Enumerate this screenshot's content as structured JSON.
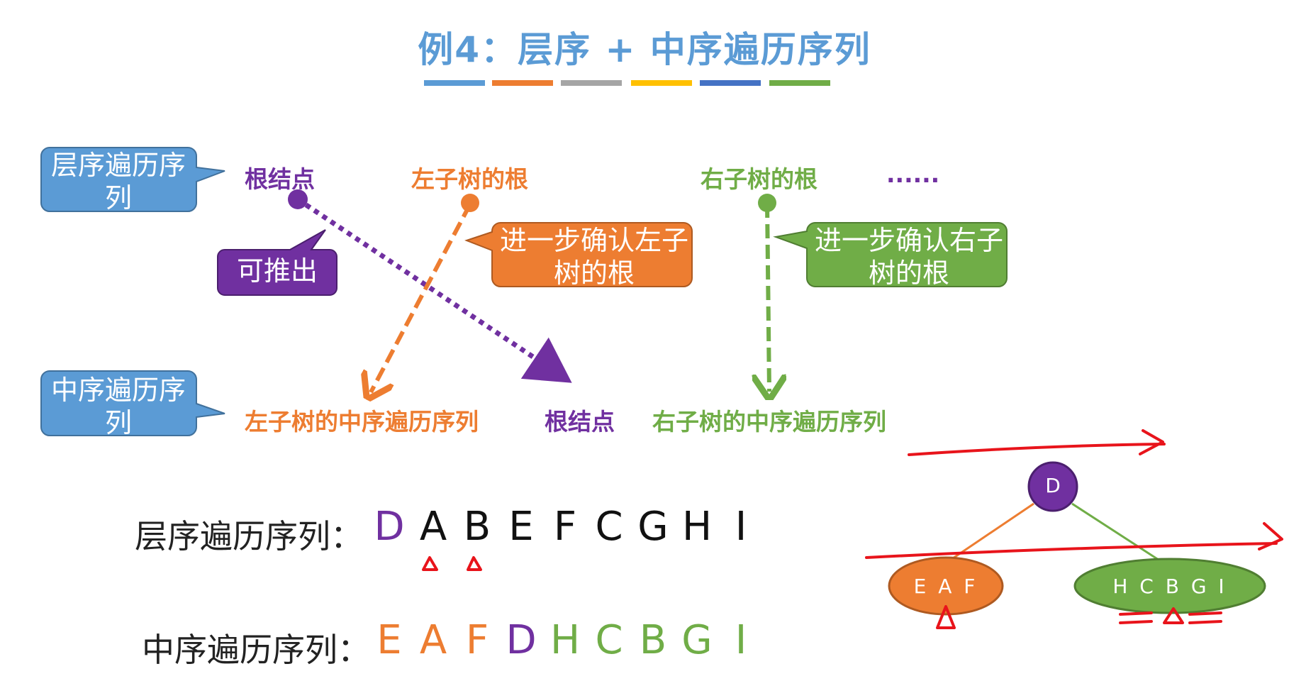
{
  "title": "例4：层序 + 中序遍历序列",
  "top_labels": {
    "root": "根结点",
    "left_root": "左子树的根",
    "right_root": "右子树的根",
    "ellipsis": "......"
  },
  "bottom_labels": {
    "left_inorder": "左子树的中序遍历序列",
    "root": "根结点",
    "right_inorder": "右子树的中序遍历序列"
  },
  "callouts": {
    "level_order": "层序遍历序列",
    "in_order": "中序遍历序列",
    "derive": "可推出",
    "confirm_left": "进一步确认左子树的根",
    "confirm_right": "进一步确认右子树的根"
  },
  "sequences": {
    "level_label": "层序遍历序列：",
    "level_letters": [
      "D",
      "A",
      "B",
      "E",
      "F",
      "C",
      "G",
      "H",
      "I"
    ],
    "in_label": "中序遍历序列：",
    "in_letters": [
      "E",
      "A",
      "F",
      "D",
      "H",
      "C",
      "B",
      "G",
      "I"
    ]
  },
  "tree": {
    "root": "D",
    "left": "E A F",
    "right": "H C B G I"
  },
  "colors": {
    "title": "#5b9bd5",
    "callout_blue": "#5b9bd5",
    "purple": "#7030a0",
    "orange": "#ed7d31",
    "green": "#70ad47",
    "red_annotation": "#e8141b",
    "bar_colors": [
      "#5b9bd5",
      "#ed7d31",
      "#a5a5a5",
      "#ffc000",
      "#4472c4",
      "#70ad47"
    ]
  }
}
